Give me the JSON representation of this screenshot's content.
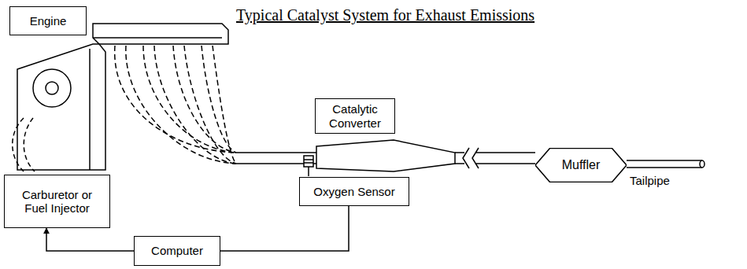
{
  "diagram": {
    "title": "Typical Catalyst System for Exhaust Emissions",
    "nodes": [
      {
        "text": [
          "Engine"
        ]
      },
      {
        "text": [
          "Catalytic Converter"
        ]
      },
      {
        "text": [
          "Muffler"
        ]
      },
      {
        "text": [
          "Carburetor or Fuel Injector"
        ]
      },
      {
        "text": [
          "Oxygen Sensor"
        ]
      },
      {
        "text": [
          "Computer"
        ]
      }
    ],
    "edges": [
      {
        "from": 4,
        "to": 5,
        "arrow": "none"
      },
      {
        "from": 5,
        "to": 3,
        "arrow": "to"
      }
    ],
    "labels": [
      "Tailpipe"
    ]
  }
}
